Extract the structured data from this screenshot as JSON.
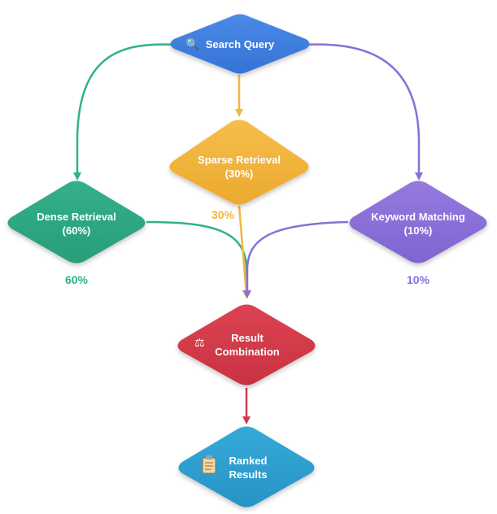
{
  "nodes": {
    "query": {
      "label": "Search Query",
      "icon": "magnifier-icon",
      "color": "#3d7fdf"
    },
    "sparse": {
      "line1": "Sparse Retrieval",
      "line2": "(30%)",
      "color": "#f0b23a"
    },
    "dense": {
      "line1": "Dense Retrieval",
      "line2": "(60%)",
      "color": "#2fa882"
    },
    "keyword": {
      "line1": "Keyword Matching",
      "line2": "(10%)",
      "color": "#8a6fd8"
    },
    "combine": {
      "line1": "Result",
      "line2": "Combination",
      "icon": "scales-icon",
      "color": "#d33a4a"
    },
    "ranked": {
      "line1": "Ranked",
      "line2": "Results",
      "icon": "clipboard-icon",
      "color": "#2e9fd0"
    }
  },
  "weights": {
    "sparse": "30%",
    "dense": "60%",
    "keyword": "10%"
  },
  "colors": {
    "dense_edge": "#2fb386",
    "sparse_edge": "#f3b73c",
    "keyword_edge": "#8a6fd8",
    "combine_edge": "#d33a4a"
  }
}
